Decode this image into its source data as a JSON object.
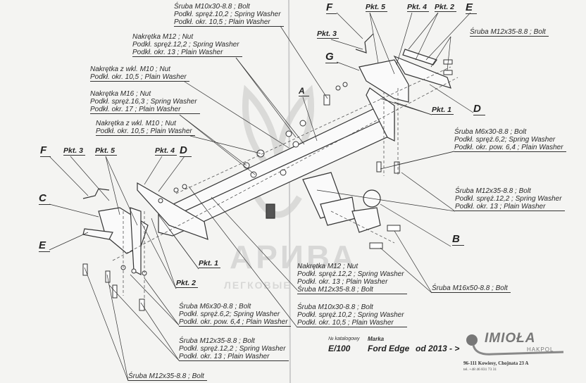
{
  "watermark": {
    "main": "АРИВА",
    "sub": "ЛЕГКОВЫЕ"
  },
  "top_labels": {
    "bolt_m10": [
      "Śruba M10x30-8.8 ; Bolt",
      "Podkł. spręż.10,2 ; Spring Washer",
      "Podkł. okr. 10,5 ; Plain Washer"
    ],
    "nut_m12": [
      "Nakrętka  M12 ; Nut",
      "Podkł. spręż.12,2 ; Spring Washer",
      "Podkł. okr. 13 ; Plain Washer"
    ],
    "nut_m10_a": [
      "Nakrętka  z wkl. M10 ; Nut",
      "Podkł. okr. 10,5 ; Plain Washer"
    ],
    "nut_m16": [
      "Nakrętka  M16 ; Nut",
      "Podkł. spręż.16,3 ; Spring Washer",
      "Podkł. okr. 17 ; Plain Washer"
    ],
    "nut_m10_b": [
      "Nakrętka  z wkl. M10 ; Nut",
      "Podkł. okr. 10,5 ; Plain Washer"
    ]
  },
  "right_labels": {
    "bolt_m12_top": "Śruba M12x35-8.8 ;  Bolt",
    "bolt_m6": [
      "Śruba M6x30-8.8 ;  Bolt",
      "Podkł. spręż.6,2; Spring Washer",
      "Podkł. okr. pow. 6,4 ; Plain Washer"
    ],
    "bolt_m12": [
      "Śruba M12x35-8.8 ;  Bolt",
      "Podkł. spręż.12,2 ; Spring Washer",
      "Podkł. okr. 13 ; Plain Washer"
    ],
    "bolt_m16": "Śruba M16x50-8.8 ;  Bolt"
  },
  "center_labels": {
    "nut_m12": [
      "Nakrętka  M12 ; Nut",
      "Podkł. spręż.12,2 ; Spring Washer",
      "Podkł. okr. 13 ; Plain Washer",
      "Śruba M12x35-8.8 ;  Bolt"
    ],
    "bolt_m10": [
      "Śruba M10x30-8.8 ;  Bolt",
      "Podkł. spręż.10,2 ; Spring Washer",
      "Podkł. okr. 10,5 ; Plain Washer"
    ]
  },
  "bottom_labels": {
    "bolt_m6": [
      "Śruba M6x30-8.8 ;  Bolt",
      "Podkł. spręż.6,2; Spring Washer",
      "Podkł. okr. pow. 6,4 ; Plain Washer"
    ],
    "bolt_m12": [
      "Śruba M12x35-8.8 ;  Bolt",
      "Podkł. spręż.12,2 ; Spring Washer",
      "Podkł. okr. 13 ; Plain Washer"
    ],
    "bolt_m12_single": "Śruba M12x35-8.8 ;  Bolt"
  },
  "part_letters": {
    "A": "A",
    "B": "B",
    "C": "C",
    "D": "D",
    "E": "E",
    "F": "F",
    "G": "G"
  },
  "points": {
    "p1": "Pkt. 1",
    "p2": "Pkt. 2",
    "p3": "Pkt. 3",
    "p4": "Pkt. 4",
    "p5": "Pkt. 5"
  },
  "footer": {
    "catalog_label": "№ katalogowy",
    "catalog_number": "E/100",
    "make_label": "Marka",
    "make": "Ford Edge",
    "years": "od 2013 - >",
    "brand": "IMIOŁA",
    "brand_sub": "HAKPOL",
    "address": "96-111 Kowiesy, Chojnata 23 A",
    "phone": "tel. +48 46 831 73 31"
  }
}
